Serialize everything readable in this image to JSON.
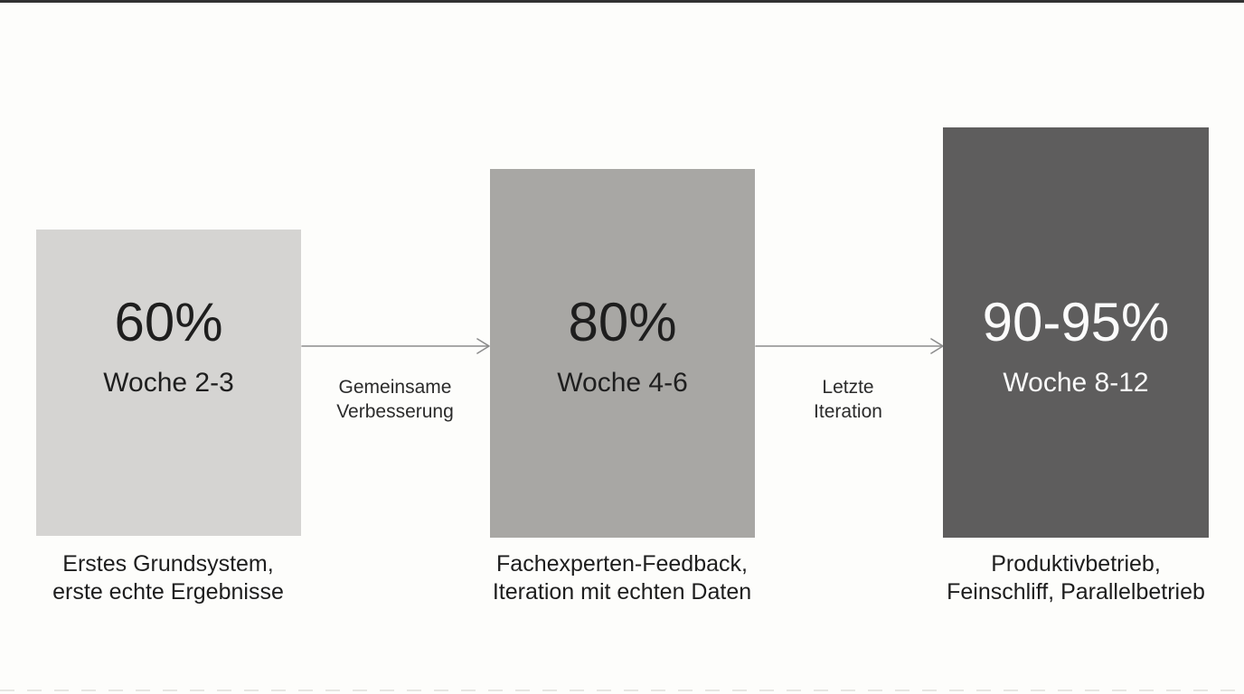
{
  "page": {
    "background_color": "#fdfdfb",
    "edge_strip_color": "#1c1c1c"
  },
  "stages": [
    {
      "percent": "60%",
      "week": "Woche 2-3",
      "caption_line1": "Erstes Grundsystem,",
      "caption_line2": "erste echte Ergebnisse",
      "box_color": "#d5d4d2",
      "text_color": "#1e1e1e"
    },
    {
      "percent": "80%",
      "week": "Woche 4-6",
      "caption_line1": "Fachexperten-Feedback,",
      "caption_line2": "Iteration mit echten Daten",
      "box_color": "#a8a7a4",
      "text_color": "#1e1e1e"
    },
    {
      "percent": "90-95%",
      "week": "Woche 8-12",
      "caption_line1": "Produktivbetrieb,",
      "caption_line2": "Feinschliff, Parallelbetrieb",
      "box_color": "#5e5d5d",
      "text_color": "#fbfbfb"
    }
  ],
  "arrows": [
    {
      "label_line1": "Gemeinsame",
      "label_line2": "Verbesserung",
      "color": "#8c8c8c"
    },
    {
      "label_line1": "Letzte",
      "label_line2": "Iteration",
      "color": "#8c8c8c"
    }
  ]
}
